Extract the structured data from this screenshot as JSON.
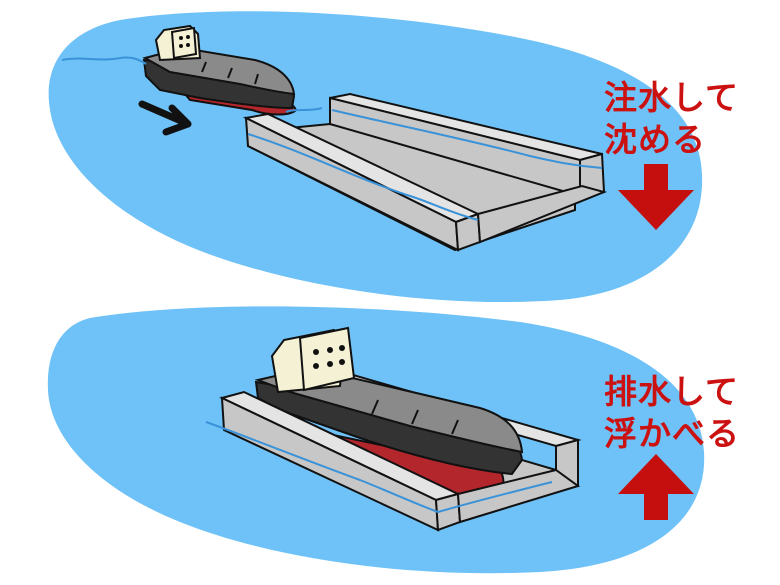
{
  "panels": {
    "top": {
      "caption_line1": "注水して",
      "caption_line2": "沈める",
      "direction": "down"
    },
    "bottom": {
      "caption_line1": "排水して",
      "caption_line2": "浮かべる",
      "direction": "up"
    }
  },
  "colors": {
    "water": "#6fc2f7",
    "water_line": "#3a92d8",
    "dock_top": "#e4e4e4",
    "dock_side": "#c7c7c7",
    "hull_deck": "#8a8a8a",
    "hull_side": "#333333",
    "hull_bottom": "#b3262b",
    "superstructure": "#f4f1d4",
    "caption": "#cc1111",
    "arrow": "#c50e0e",
    "outline": "#111111"
  }
}
